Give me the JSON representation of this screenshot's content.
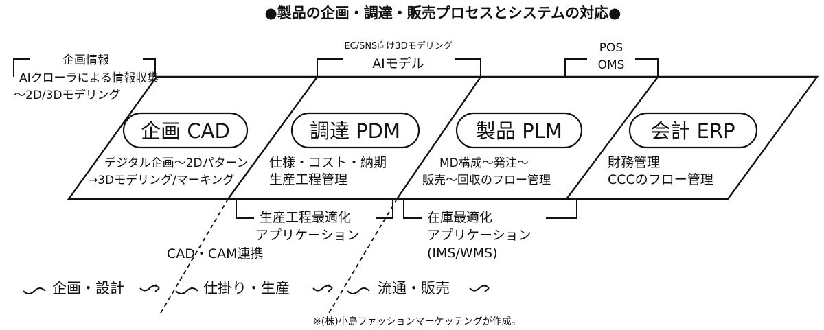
{
  "title": "●製品の企画・調達・販売プロセスとシステムの対応●",
  "top_left_note": {
    "heading": "企画情報",
    "line1": "AIクローラによる情報収集",
    "line2": "～2D/3Dモデリング"
  },
  "top_mid_note": {
    "line1": "EC/SNS向け3Dモデリング",
    "line2": "AIモデル"
  },
  "top_right_note": {
    "line1": "POS",
    "line2": "OMS"
  },
  "stages": [
    {
      "pill": "企画 CAD",
      "line1": "デジタル企画～2Dパターン",
      "line2": "→3Dモデリング/マーキング"
    },
    {
      "pill": "調達 PDM",
      "line1": "仕様・コスト・納期",
      "line2": "生産工程管理"
    },
    {
      "pill": "製品 PLM",
      "line1": "MD構成～発注～",
      "line2": "販売～回収のフロー管理"
    },
    {
      "pill": "会計 ERP",
      "line1": "財務管理",
      "line2": "CCCのフロー管理"
    }
  ],
  "bottom_mid_note": {
    "line1": "生産工程最適化",
    "line2": "アプリケーション"
  },
  "bottom_right_note": {
    "line1": "在庫最適化",
    "line2": "アプリケーション",
    "line3": "(IMS/WMS)"
  },
  "cad_cam_label": "CAD・CAM連携",
  "flow": [
    "企画・設計",
    "仕掛り・生産",
    "流通・販売"
  ],
  "footnote": "※(株)小島ファッションマーケッテングが作成。"
}
